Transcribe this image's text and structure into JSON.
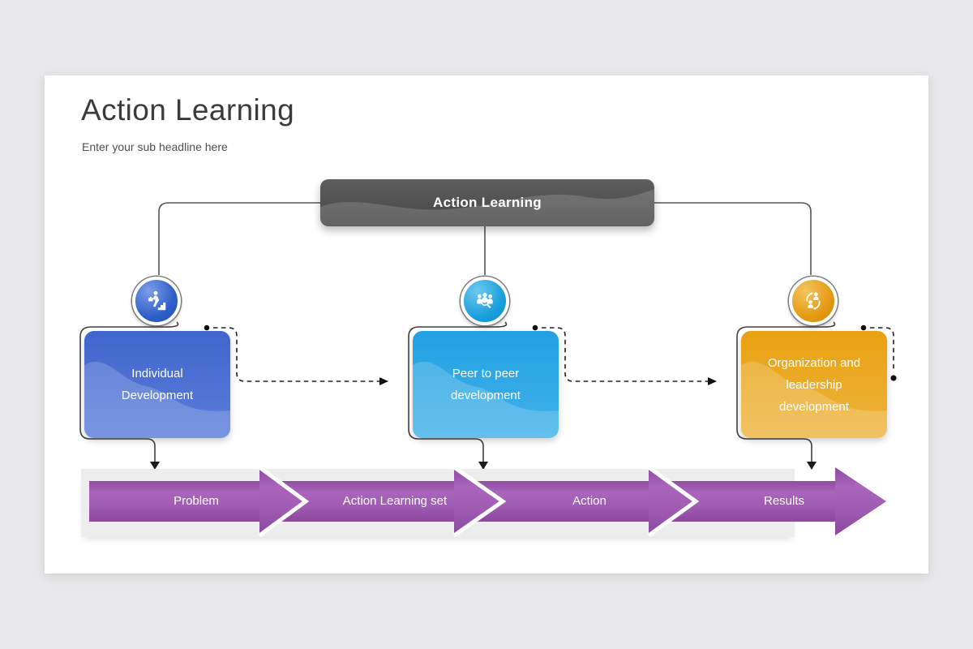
{
  "page": {
    "background_color": "#e8e8ea",
    "slide_background_color": "#ffffff"
  },
  "header": {
    "title": "Action Learning",
    "subtitle": "Enter your sub headline here"
  },
  "root_node": {
    "label": "Action Learning",
    "color": "#4f4f4f"
  },
  "branches": [
    {
      "id": "individual-development",
      "icon": "career-growth-icon",
      "circle_color": "#2d5ec7",
      "box_color": "#4a6fd4",
      "label": "Individual Development",
      "lines": [
        "Individual",
        "Development"
      ]
    },
    {
      "id": "peer-to-peer-development",
      "icon": "peer-search-icon",
      "circle_color": "#189fdc",
      "box_color": "#2aa5e4",
      "label": "Peer to peer development",
      "lines": [
        "Peer to peer",
        "development"
      ]
    },
    {
      "id": "organization-leadership-development",
      "icon": "people-cycle-icon",
      "circle_color": "#e49a12",
      "box_color": "#eaa81e",
      "label": "Organization and leadership development",
      "lines": [
        "Organization and",
        "leadership",
        "development"
      ]
    }
  ],
  "timeline": {
    "color": "#a05ab5",
    "steps": [
      "Problem",
      "Action Learning set",
      "Action",
      "Results"
    ]
  }
}
